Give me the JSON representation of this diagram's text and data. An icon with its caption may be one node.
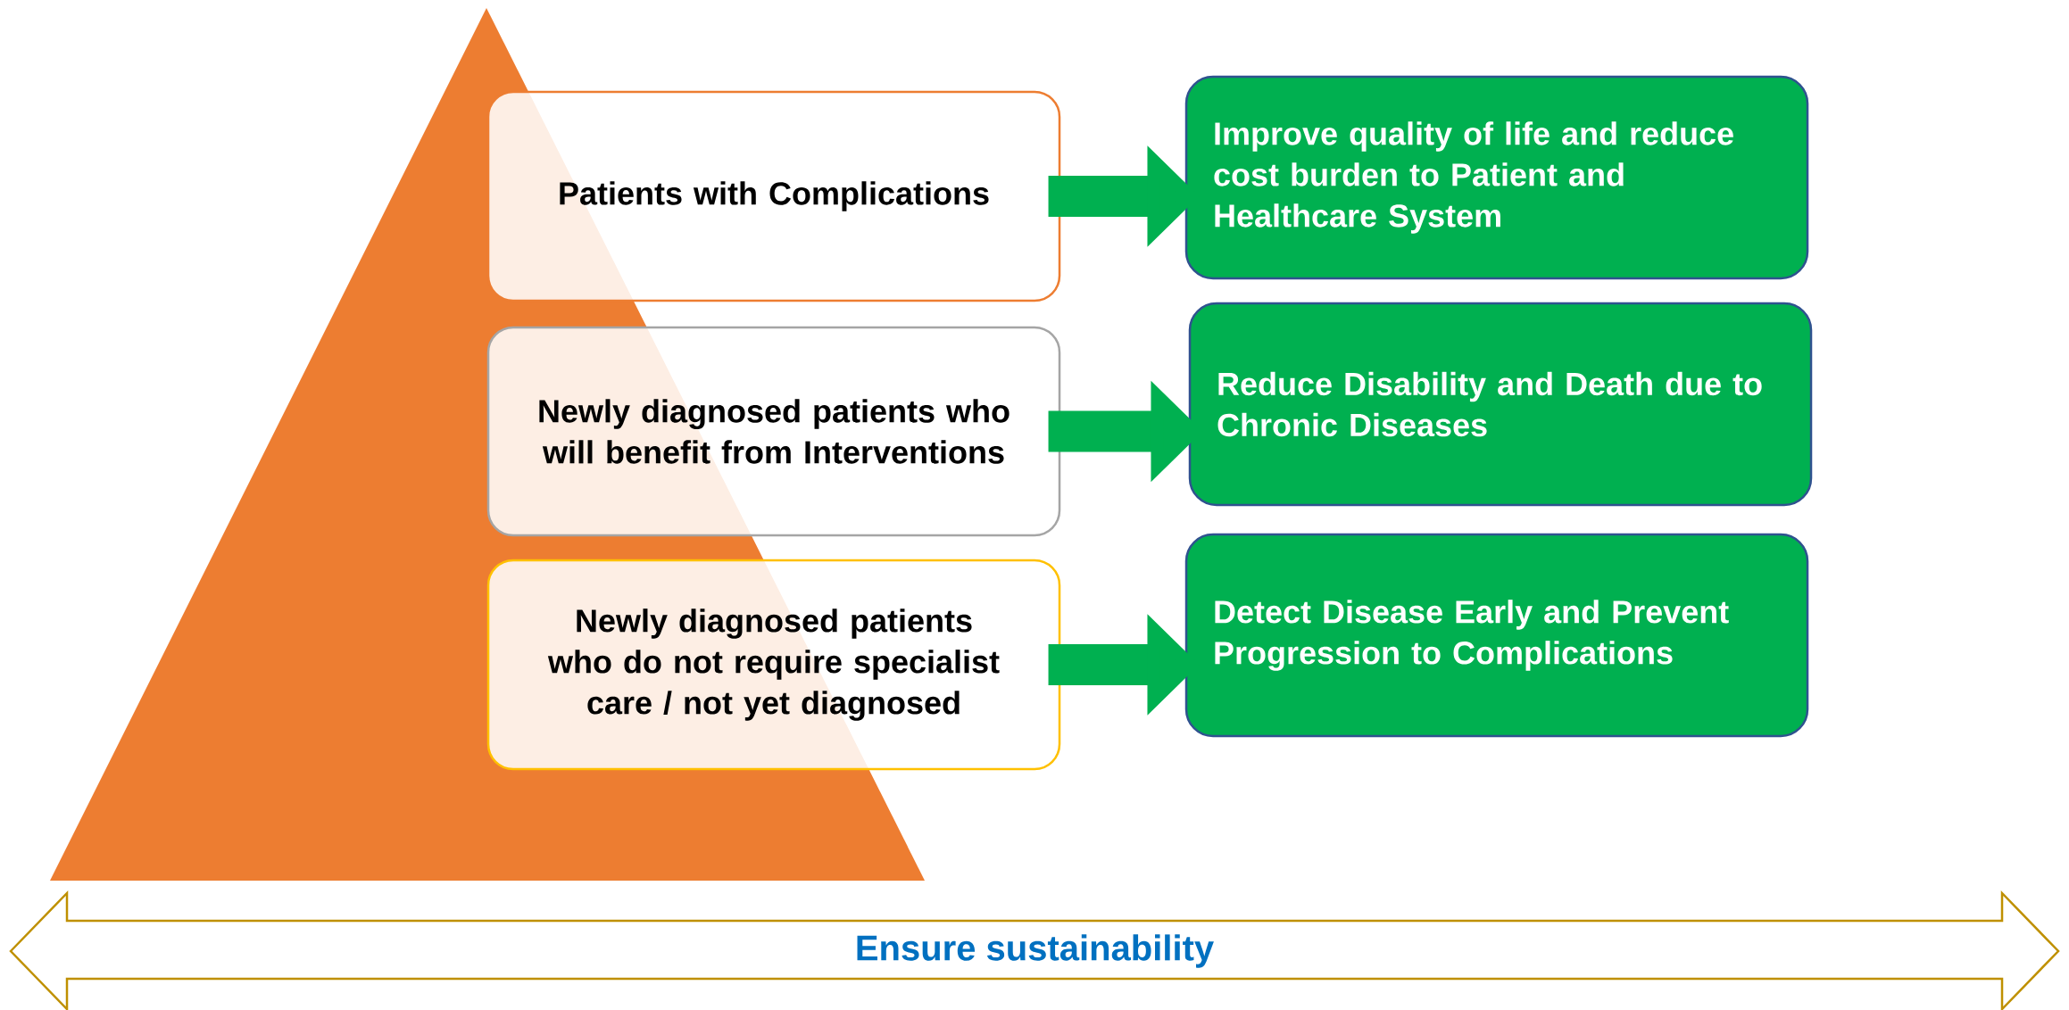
{
  "diagram": {
    "nodes": [
      {
        "text": [
          "Patients with Complications"
        ]
      },
      {
        "text": [
          "Newly diagnosed patients who will benefit from Interventions"
        ]
      },
      {
        "text": [
          "Newly diagnosed patients who do not require specialist care / not yet diagnosed"
        ]
      },
      {
        "text": [
          "Improve quality of life and reduce cost burden to Patient and Healthcare System"
        ]
      },
      {
        "text": [
          "Reduce Disability and Death due to Chronic Diseases"
        ]
      },
      {
        "text": [
          "Detect Disease Early and Prevent Progression to Complications"
        ]
      },
      {
        "text": [
          "Ensure sustainability"
        ]
      }
    ],
    "edges": [
      {
        "from": 0,
        "to": 3,
        "arrow": "to"
      },
      {
        "from": 1,
        "to": 4,
        "arrow": "to"
      },
      {
        "from": 2,
        "to": 5,
        "arrow": "to"
      }
    ]
  }
}
